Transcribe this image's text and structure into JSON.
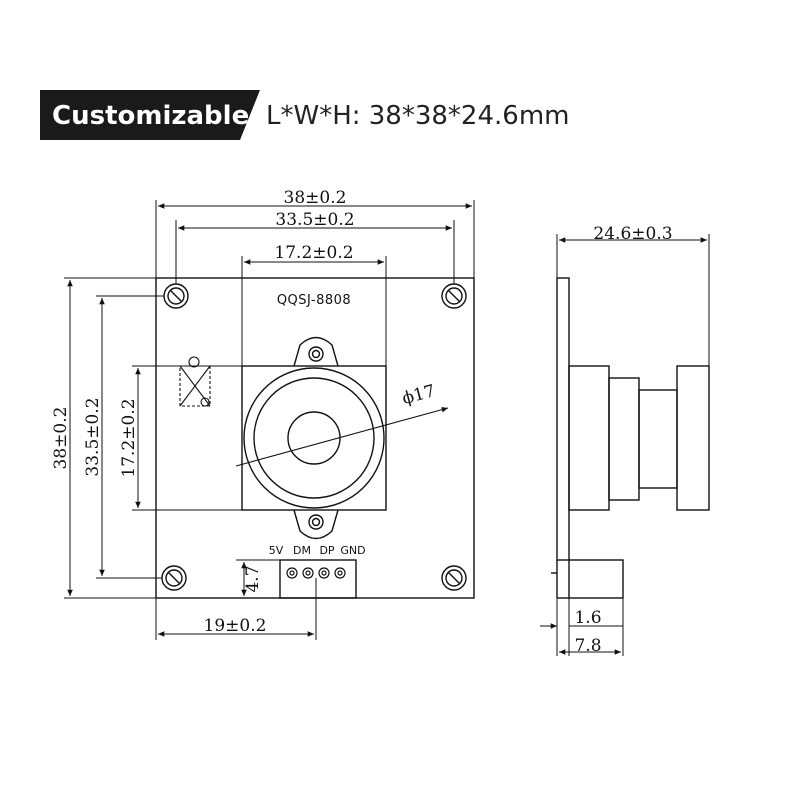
{
  "header": {
    "badge_label": "Customizable",
    "dimensions_text": "L*W*H:  38*38*24.6mm"
  },
  "front_view": {
    "board_width": "38±0.2",
    "hole_spacing_width": "33.5±0.2",
    "lens_holder_width": "17.2±0.2",
    "board_height": "38±0.2",
    "hole_spacing_height": "33.5±0.2",
    "lens_holder_height": "17.2±0.2",
    "lens_diameter": "ϕ17",
    "model_label": "QQSJ-8808",
    "connector_offset": "19±0.2",
    "connector_height": "4.7",
    "pin_labels": [
      "5V",
      "DM",
      "DP",
      "GND"
    ]
  },
  "side_view": {
    "total_depth": "24.6±0.3",
    "board_thickness": "1.6",
    "connector_depth": "7.8"
  },
  "colors": {
    "badge_background": "#1a1a1a",
    "badge_text": "#ffffff",
    "line": "#111111"
  }
}
